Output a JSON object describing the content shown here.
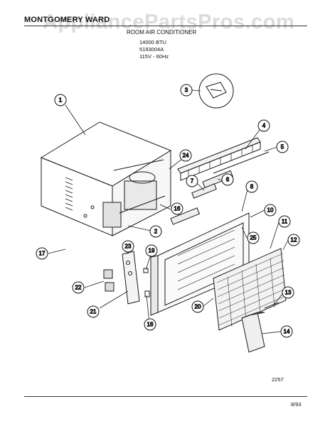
{
  "header": {
    "brand": "MONTGOMERY WARD",
    "watermark": "AppliancePartsPros.com",
    "title": "ROOM AIR CONDITIONER",
    "line1": "14000 BTU",
    "line2": "5193004A",
    "line3": "115V - 60Hz"
  },
  "footer": {
    "figure_number": "2257",
    "date": "8/93"
  },
  "callouts": [
    "1",
    "2",
    "3",
    "4",
    "5",
    "6",
    "7",
    "8",
    "10",
    "11",
    "12",
    "13",
    "14",
    "16",
    "17",
    "18",
    "19",
    "20",
    "21",
    "22",
    "23",
    "24",
    "25"
  ]
}
